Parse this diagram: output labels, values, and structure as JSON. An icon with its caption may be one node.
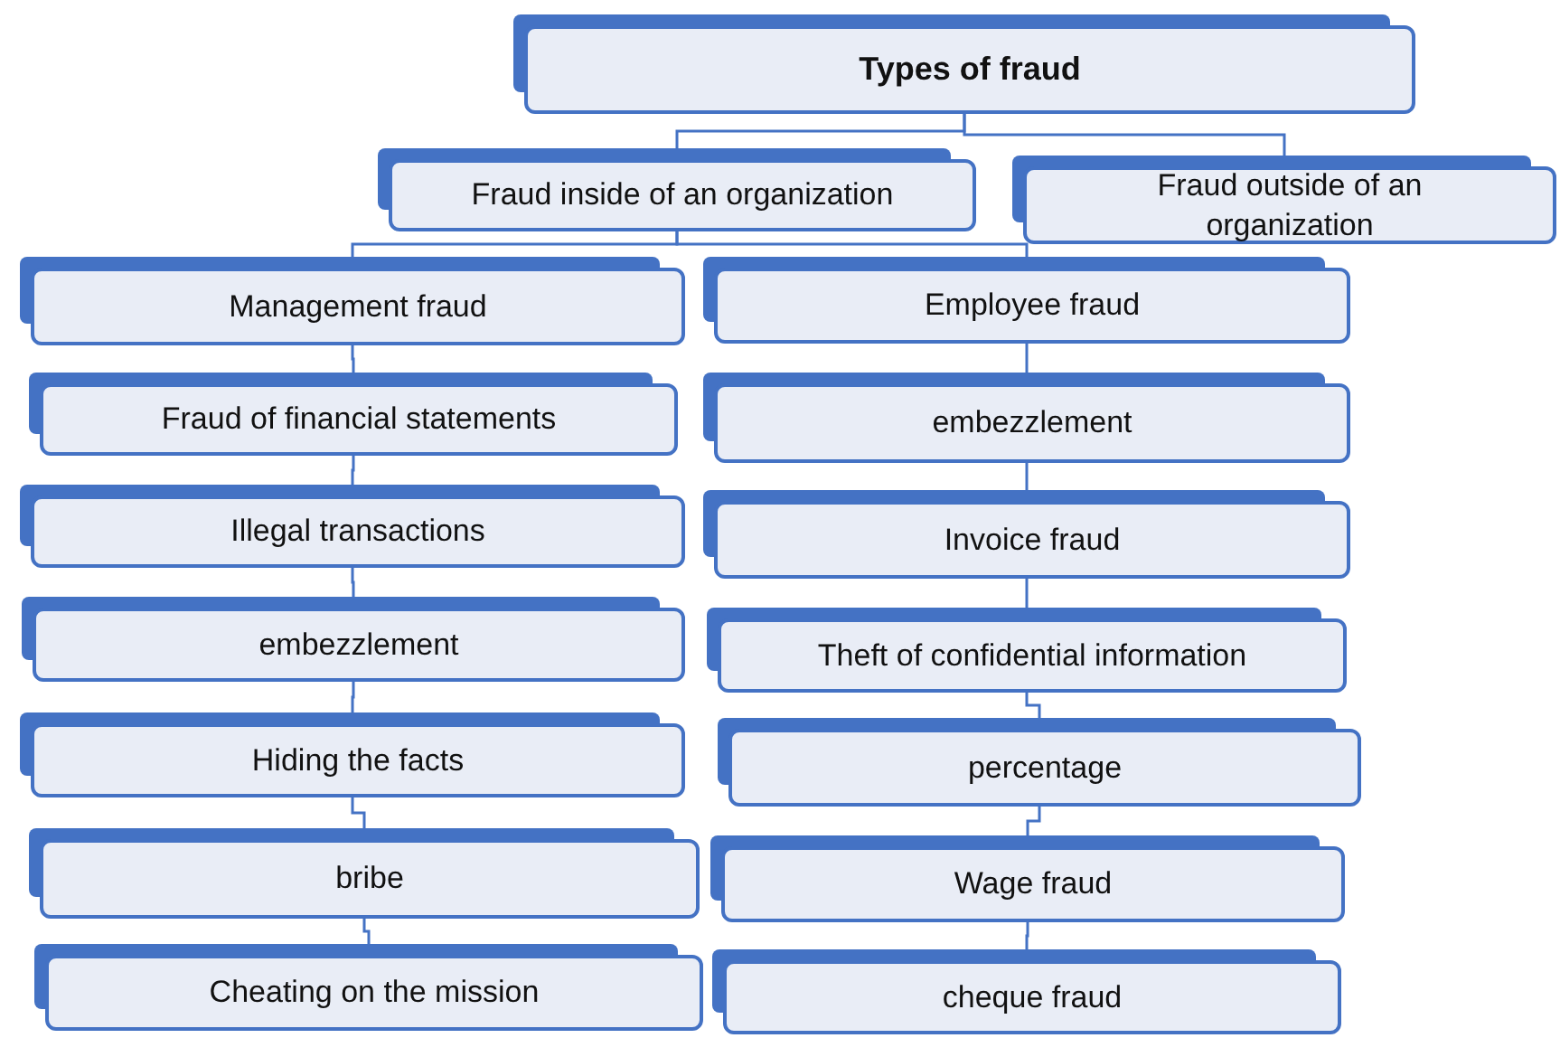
{
  "diagram": {
    "nodes": [
      {
        "text": [
          "Types of fraud"
        ]
      },
      {
        "text": [
          "Fraud inside of an organization"
        ]
      },
      {
        "text": [
          "Fraud outside of an organization"
        ]
      },
      {
        "text": [
          "Management fraud"
        ]
      },
      {
        "text": [
          "Employee fraud"
        ]
      },
      {
        "text": [
          "Fraud of financial statements"
        ]
      },
      {
        "text": [
          "Illegal transactions"
        ]
      },
      {
        "text": [
          "embezzlement"
        ]
      },
      {
        "text": [
          "Hiding the facts"
        ]
      },
      {
        "text": [
          "bribe"
        ]
      },
      {
        "text": [
          "Cheating on the mission"
        ]
      },
      {
        "text": [
          "embezzlement"
        ]
      },
      {
        "text": [
          "Invoice fraud"
        ]
      },
      {
        "text": [
          "Theft of confidential information"
        ]
      },
      {
        "text": [
          "percentage"
        ]
      },
      {
        "text": [
          "Wage fraud"
        ]
      },
      {
        "text": [
          "cheque fraud"
        ]
      }
    ],
    "edges": [
      {
        "from": 0,
        "to": 1,
        "arrow": "none"
      },
      {
        "from": 0,
        "to": 2,
        "arrow": "none"
      },
      {
        "from": 1,
        "to": 3,
        "arrow": "none"
      },
      {
        "from": 1,
        "to": 4,
        "arrow": "none"
      },
      {
        "from": 3,
        "to": 5,
        "arrow": "none"
      },
      {
        "from": 5,
        "to": 6,
        "arrow": "none"
      },
      {
        "from": 6,
        "to": 7,
        "arrow": "none"
      },
      {
        "from": 7,
        "to": 8,
        "arrow": "none"
      },
      {
        "from": 8,
        "to": 9,
        "arrow": "none"
      },
      {
        "from": 9,
        "to": 10,
        "arrow": "none"
      },
      {
        "from": 4,
        "to": 11,
        "arrow": "none"
      },
      {
        "from": 11,
        "to": 12,
        "arrow": "none"
      },
      {
        "from": 12,
        "to": 13,
        "arrow": "none"
      },
      {
        "from": 13,
        "to": 14,
        "arrow": "none"
      },
      {
        "from": 14,
        "to": 15,
        "arrow": "none"
      },
      {
        "from": 15,
        "to": 16,
        "arrow": "none"
      }
    ]
  }
}
